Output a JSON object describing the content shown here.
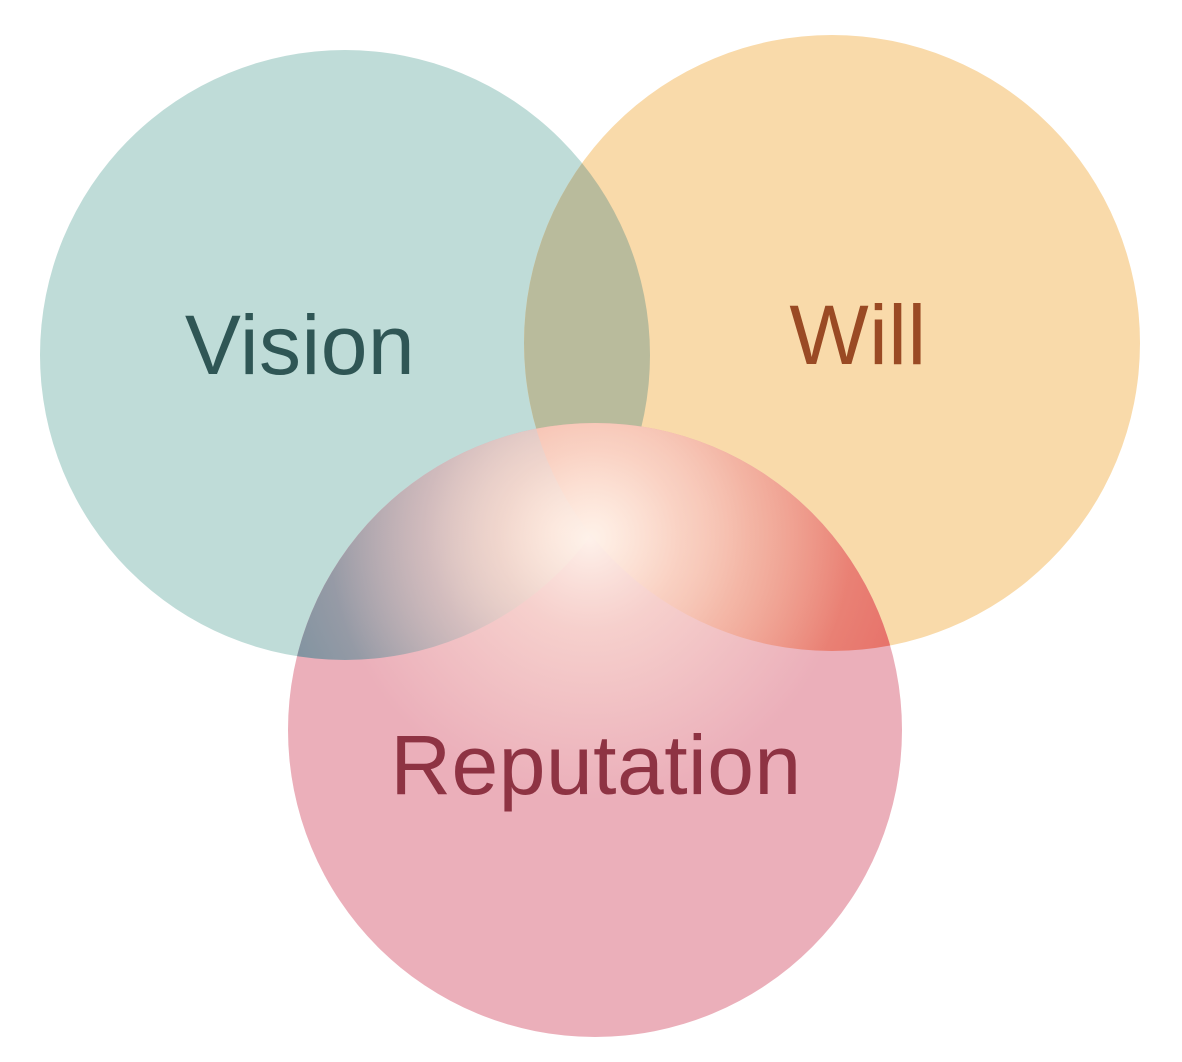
{
  "diagram": {
    "type": "venn",
    "sets": [
      {
        "id": "vision",
        "label": "Vision",
        "fill": "#BFDCD8",
        "text_color": "#2F5655"
      },
      {
        "id": "will",
        "label": "Will",
        "fill": "#F9DAAA",
        "text_color": "#9A4A24"
      },
      {
        "id": "reputation",
        "label": "Reputation",
        "fill": "#EBAFBA",
        "text_color": "#8E3343"
      }
    ],
    "overlap_colors": {
      "vision_will": "#B9BB9C",
      "vision_reputation": "#8E9AA2",
      "will_reputation": "#E88074",
      "center_glow": "#FCE1D6"
    }
  }
}
